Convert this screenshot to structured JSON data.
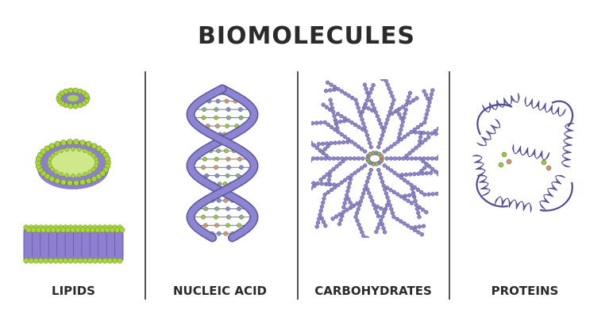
{
  "title": "BIOMOLECULES",
  "panels": [
    {
      "label": "LIPIDS",
      "icon": "lipid-bilayer-illustration"
    },
    {
      "label": "NUCLEIC ACID",
      "icon": "dna-double-helix-illustration"
    },
    {
      "label": "CARBOHYDRATES",
      "icon": "glycogen-branch-illustration"
    },
    {
      "label": "PROTEINS",
      "icon": "protein-helix-illustration"
    }
  ],
  "colors": {
    "lipid_head": "#a8d63a",
    "lipid_tail": "#8f7fd0",
    "helix": "#8d85d2",
    "base_green": "#9ccc3c",
    "base_orange": "#d59a6a",
    "base_blue": "#7f8fd0",
    "carb_bead": "#8e87c7",
    "protein": "#9a93d6",
    "text": "#2b2b2b"
  }
}
